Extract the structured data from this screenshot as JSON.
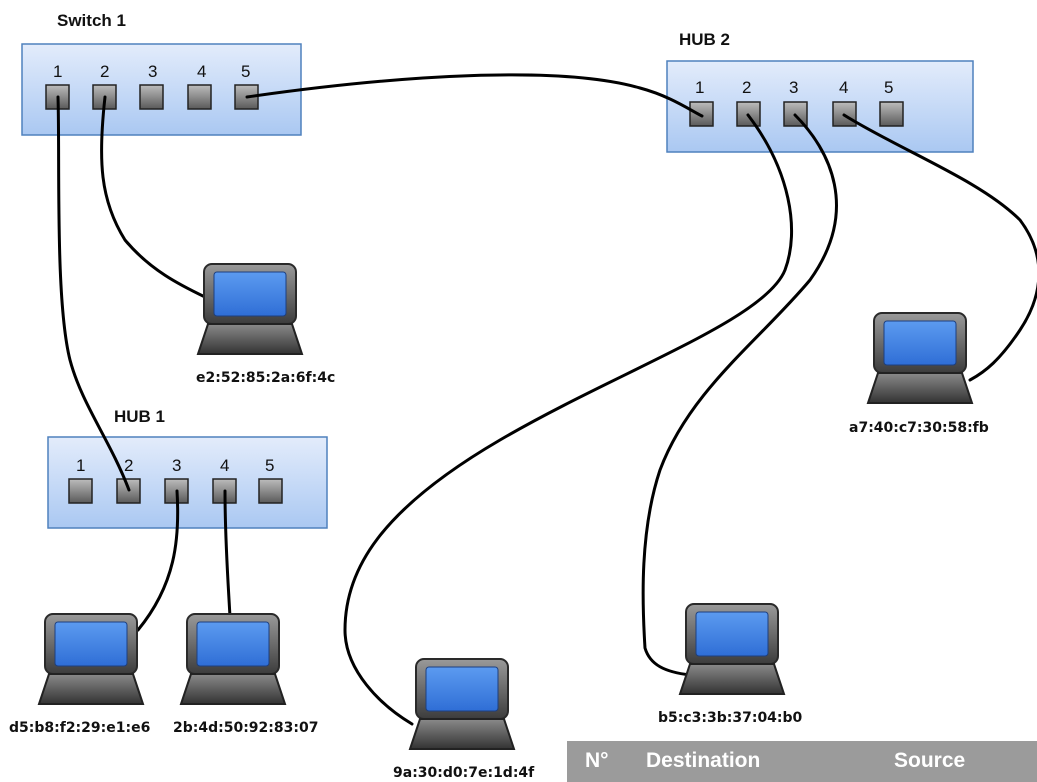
{
  "devices": {
    "switch1": {
      "title": "Switch 1",
      "ports": [
        "1",
        "2",
        "3",
        "4",
        "5"
      ]
    },
    "hub2": {
      "title": "HUB 2",
      "ports": [
        "1",
        "2",
        "3",
        "4",
        "5"
      ]
    },
    "hub1": {
      "title": "HUB 1",
      "ports": [
        "1",
        "2",
        "3",
        "4",
        "5"
      ]
    }
  },
  "hosts": {
    "e2": "e2:52:85:2a:6f:4c",
    "a7": "a7:40:c7:30:58:fb",
    "d5": "d5:b8:f2:29:e1:e6",
    "b2": "2b:4d:50:92:83:07",
    "a9": "9a:30:d0:7e:1d:4f",
    "b5": "b5:c3:3b:37:04:b0"
  },
  "frame_table": {
    "headers": [
      "N°",
      "Destination",
      "Source"
    ]
  },
  "colors": {
    "box_fill": "#c9dcf7",
    "box_stroke": "#4f81bd",
    "screen": "#3d7fe0",
    "header_bg": "#9b9b9b"
  }
}
